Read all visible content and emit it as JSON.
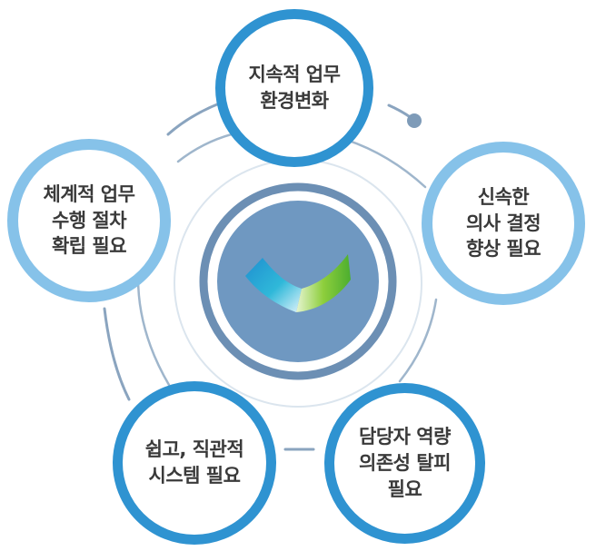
{
  "colors": {
    "accent_dark": "#2f93d1",
    "accent_light": "#86c2e9",
    "ring_gray": "#8aa4bf",
    "core_blue": "#6f98c1",
    "text": "#3a3a3a"
  },
  "center": {
    "logo": "ribbon-logo-icon"
  },
  "nodes": [
    {
      "id": "top",
      "lines": [
        "지속적 업무",
        "환경변화"
      ]
    },
    {
      "id": "right",
      "lines": [
        "신속한",
        "의사 결정",
        "향상 필요"
      ]
    },
    {
      "id": "bottom-right",
      "lines": [
        "담당자 역량",
        "의존성 탈피",
        "필요"
      ]
    },
    {
      "id": "bottom-left",
      "lines": [
        "쉽고, 직관적",
        "시스템 필요"
      ]
    },
    {
      "id": "left",
      "lines": [
        "체계적 업무",
        "수행 절차",
        "확립 필요"
      ]
    }
  ]
}
